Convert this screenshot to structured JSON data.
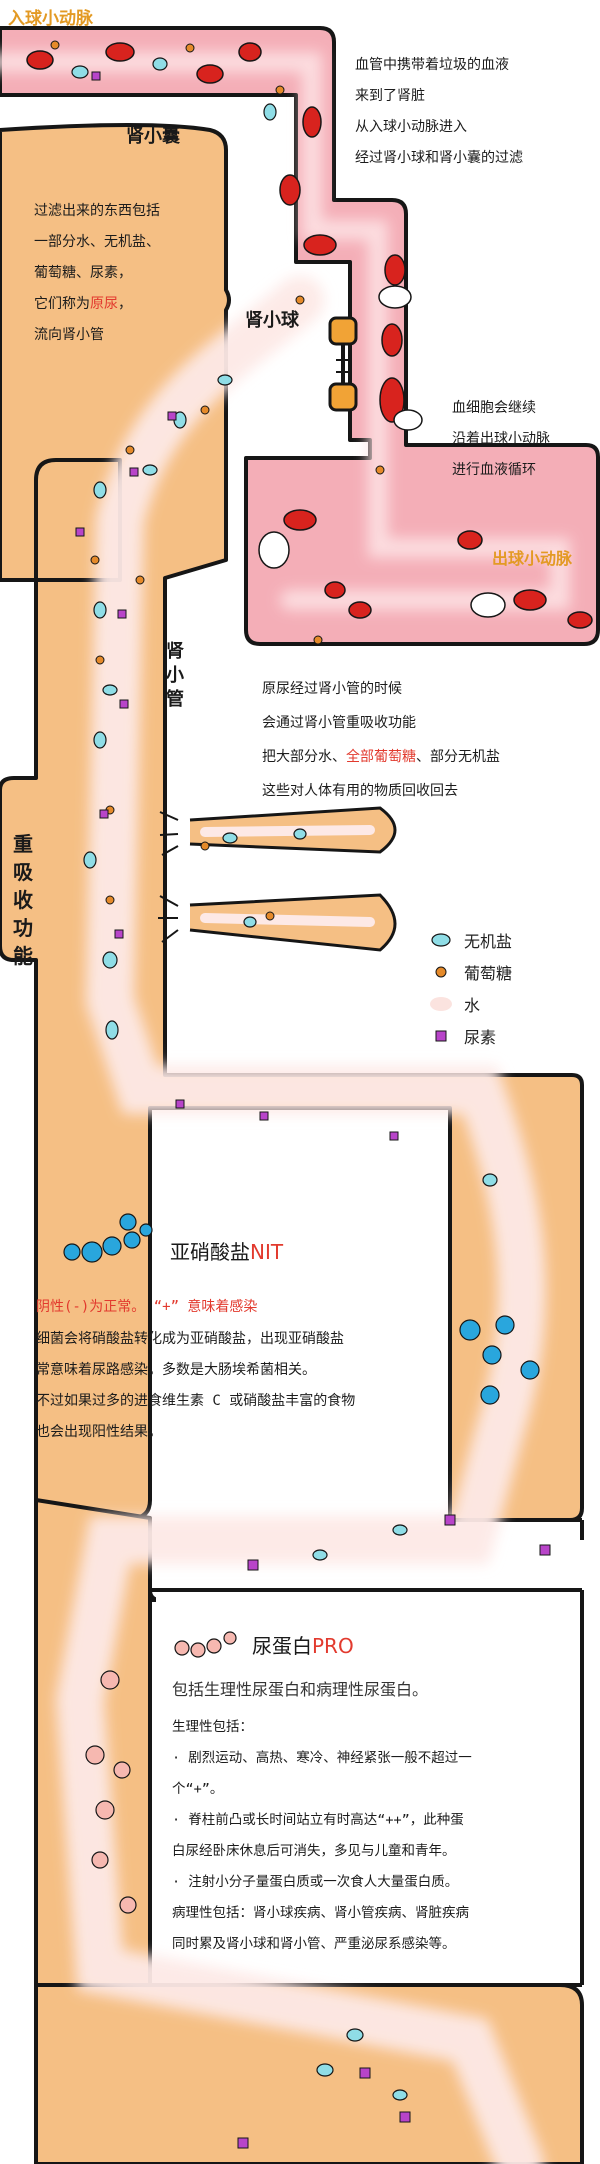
{
  "labels": {
    "afferent": "入球小动脉",
    "capsule": "肾小囊",
    "glomerulus": "肾小球",
    "efferent": "出球小动脉",
    "tubule_1": "肾",
    "tubule_2": "小",
    "tubule_3": "管",
    "reabsorb": [
      "重",
      "吸",
      "收",
      "功",
      "能"
    ]
  },
  "notes": {
    "blood": [
      "血管中携带着垃圾的血液",
      "来到了肾脏",
      "从入球小动脉进入",
      "经过肾小球和肾小囊的过滤"
    ],
    "filter": {
      "line1": "过滤出来的东西包括",
      "line2": "一部分水、无机盐、",
      "line3": "葡萄糖、尿素，",
      "line4_pre": "它们称为",
      "line4_red": "原尿",
      "line4_post": "，",
      "line5": "流向肾小管"
    },
    "capillary": [
      "血细胞会继续",
      "沿着出球小动脉",
      "进行血液循环"
    ],
    "tubule": {
      "line1": "原尿经过肾小管的时候",
      "line2": "会通过肾小管重吸收功能",
      "line3_pre": "把大部分水、",
      "line3_red": "全部葡萄糖",
      "line3_post": "、部分无机盐",
      "line4": "这些对人体有用的物质回收回去"
    }
  },
  "legend": [
    {
      "label": "无机盐",
      "icon": "salt-icon",
      "color": "#8fdde6"
    },
    {
      "label": "葡萄糖",
      "icon": "glucose-icon",
      "color": "#e58a2a"
    },
    {
      "label": "水",
      "icon": "water-icon",
      "color": "#fbe3df"
    },
    {
      "label": "尿素",
      "icon": "urea-icon",
      "color": "#b844c9"
    }
  ],
  "nit": {
    "title_cn": "亚硝酸盐",
    "title_en": "NIT",
    "red_line": "阴性(-)为正常。 “+” 意味着感染",
    "lines": [
      "细菌会将硝酸盐转化成为亚硝酸盐，出现亚硝酸盐",
      "常意味着尿路感染。多数是大肠埃希菌相关。",
      "不过如果过多的进食维生素 C 或硝酸盐丰富的食物",
      "也会出现阳性结果。"
    ]
  },
  "pro": {
    "title_cn": "尿蛋白",
    "title_en": "PRO",
    "subtitle": "包括生理性尿蛋白和病理性尿蛋白。",
    "lines": [
      "生理性包括：",
      "· 剧烈运动、高热、寒冷、神经紧张一般不超过一",
      "个“+”。",
      "· 脊柱前凸或长时间站立有时高达“++”，此种蛋",
      "白尿经卧床休息后可消失，多见与儿童和青年。",
      "· 注射小分子量蛋白质或一次食人大量蛋白质。",
      "病理性包括：肾小球疾病、肾小管疾病、肾脏疾病",
      "同时累及肾小球和肾小管、严重泌尿系感染等。"
    ]
  },
  "colors": {
    "vessel": "#f4aeb7",
    "tissue": "#f5bf84",
    "outline": "#161616",
    "rbc": "#d8231e",
    "accent_red": "#e23a2e",
    "accent_orange": "#e39a24",
    "nit_blue": "#29a6dd",
    "pro_pink": "#f6b8b0"
  }
}
